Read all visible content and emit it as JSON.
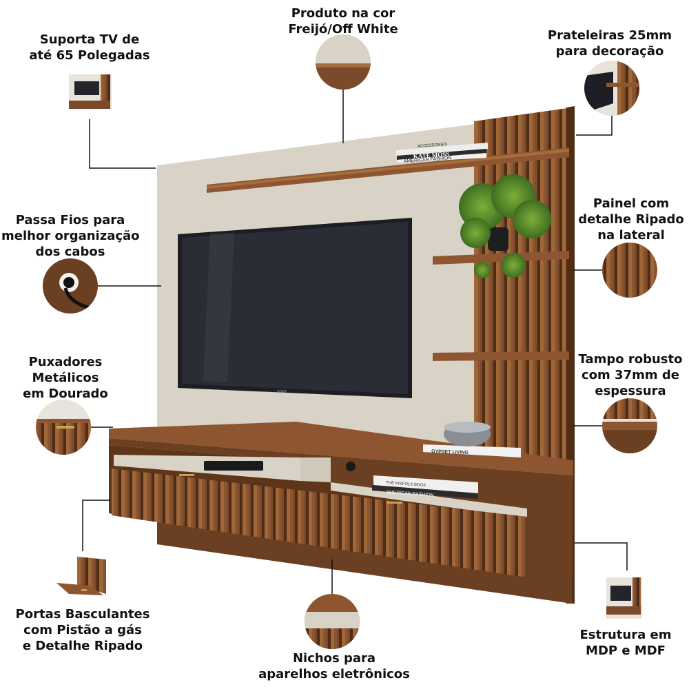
{
  "colors": {
    "wood": "#7a4a2a",
    "wood_dark": "#4f2c15",
    "wood_light": "#9a6236",
    "off_white": "#d9d3c7",
    "tv": "#23252b",
    "connector": "#111111"
  },
  "labels": {
    "tv_support": [
      "Suporta TV de",
      "até 65 Polegadas"
    ],
    "color": [
      "Produto na cor",
      "Freijó/Off White"
    ],
    "shelves": [
      "Prateleiras 25mm",
      "para decoração"
    ],
    "cable_pass": [
      "Passa Fios para",
      "melhor organização",
      "dos cabos"
    ],
    "slatted_panel": [
      "Painel com",
      "detalhe Ripado",
      "na lateral"
    ],
    "handles": [
      "Puxadores",
      "Metálicos",
      "em Dourado"
    ],
    "top": [
      "Tampo robusto",
      "com 37mm de",
      "espessura"
    ],
    "doors": [
      "Portas Basculantes",
      "com Pistão a gás",
      "e Detalhe Ripado"
    ],
    "niches": [
      "Nichos para",
      "aparelhos eletrônicos"
    ],
    "structure": [
      "Estrutura em",
      "MDP e MDF"
    ]
  },
  "product": {
    "books_top": [
      "ACCESSORIES",
      "KATE MOSS",
      "AMERICAN FASHION"
    ],
    "books_rack": [
      "GYPSET LIVING"
    ],
    "books_niche": [
      "THE KINFOLK BOOK",
      "AMERICAN FASHION"
    ],
    "tv_brand": "SONY"
  }
}
